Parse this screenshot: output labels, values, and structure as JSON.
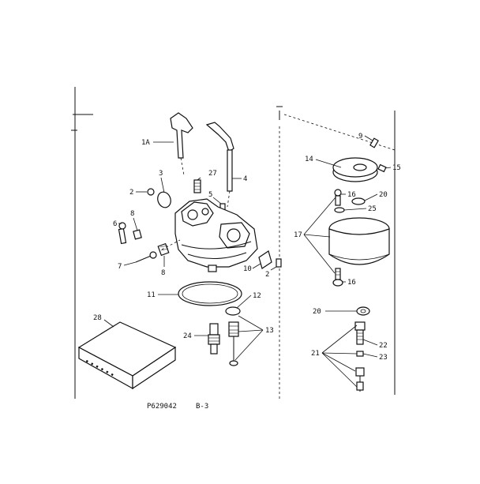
{
  "diagram": {
    "part_numbers": [
      "1A",
      "2",
      "3",
      "4",
      "5",
      "6",
      "7",
      "8",
      "9",
      "10",
      "11",
      "12",
      "13",
      "14",
      "15",
      "16",
      "17",
      "20",
      "21",
      "22",
      "23",
      "24",
      "25",
      "27",
      "28"
    ],
    "footer_code": "P629042",
    "footer_page": "B-3"
  }
}
